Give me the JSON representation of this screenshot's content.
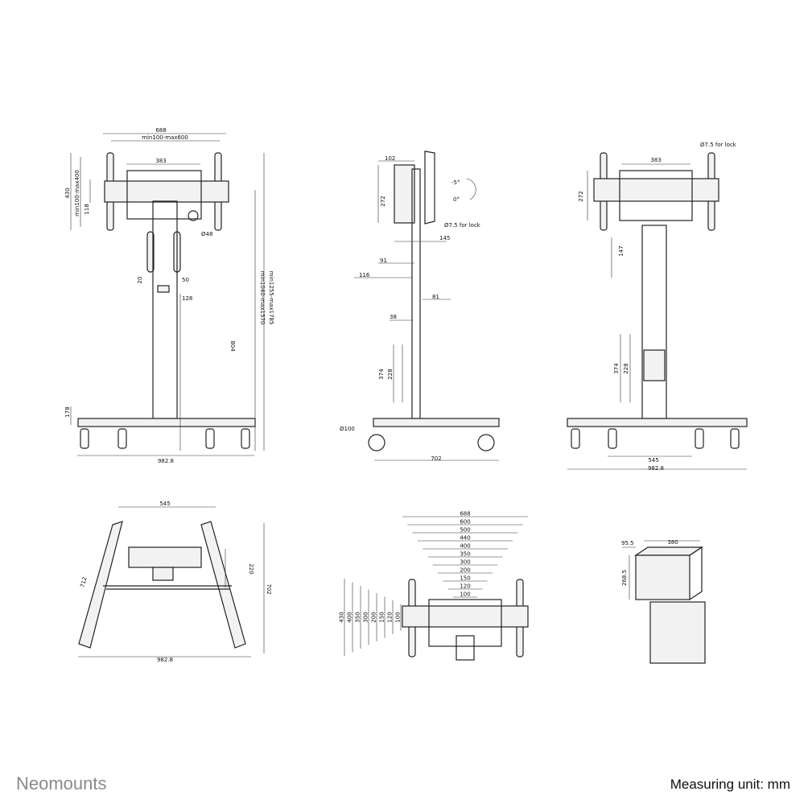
{
  "footer": {
    "brand": "Neomounts",
    "unit": "Measuring unit: mm"
  },
  "front_view": {
    "width_overall": "688",
    "vesa_width": "min100-max600",
    "plate_width": "383",
    "height_overall": "430",
    "vesa_height": "min100-max400",
    "bar_height": "118",
    "hole_dia": "Ø48",
    "clamp_h": "20",
    "clamp_w": "50",
    "clamp_w2": "128",
    "column_height": "804",
    "total_height": "min1255-max1785",
    "center_height": "min1040-max1570",
    "base_height": "178",
    "base_width": "982.8"
  },
  "side_view": {
    "depth_top": "102",
    "plate_height": "272",
    "tilt_minus": "-5°",
    "tilt_zero": "0°",
    "lock": "Ø7.5 for lock",
    "offset1": "145",
    "offset2": "91",
    "offset3": "116",
    "offset4": "81",
    "shelf_depth": "38",
    "shelf_h": "374",
    "shelf_h2": "228",
    "wheel": "Ø100",
    "base_depth": "702"
  },
  "back_view": {
    "lock": "Ø7.5 for lock",
    "plate_width": "383",
    "plate_height": "272",
    "handle": "147",
    "shelf_h": "374",
    "shelf_h2": "228",
    "inner_width": "545",
    "base_width": "982.8"
  },
  "top_view": {
    "inner_width": "545",
    "leg_length": "712",
    "shelf_depth": "220",
    "depth": "702",
    "width": "982.8"
  },
  "vesa_view": {
    "widths": [
      "688",
      "600",
      "500",
      "440",
      "400",
      "350",
      "300",
      "200",
      "150",
      "120",
      "100"
    ],
    "heights": [
      "430",
      "400",
      "350",
      "300",
      "200",
      "150",
      "120",
      "100"
    ]
  },
  "box_view": {
    "depth": "95.5",
    "width": "380",
    "height": "268.5"
  }
}
